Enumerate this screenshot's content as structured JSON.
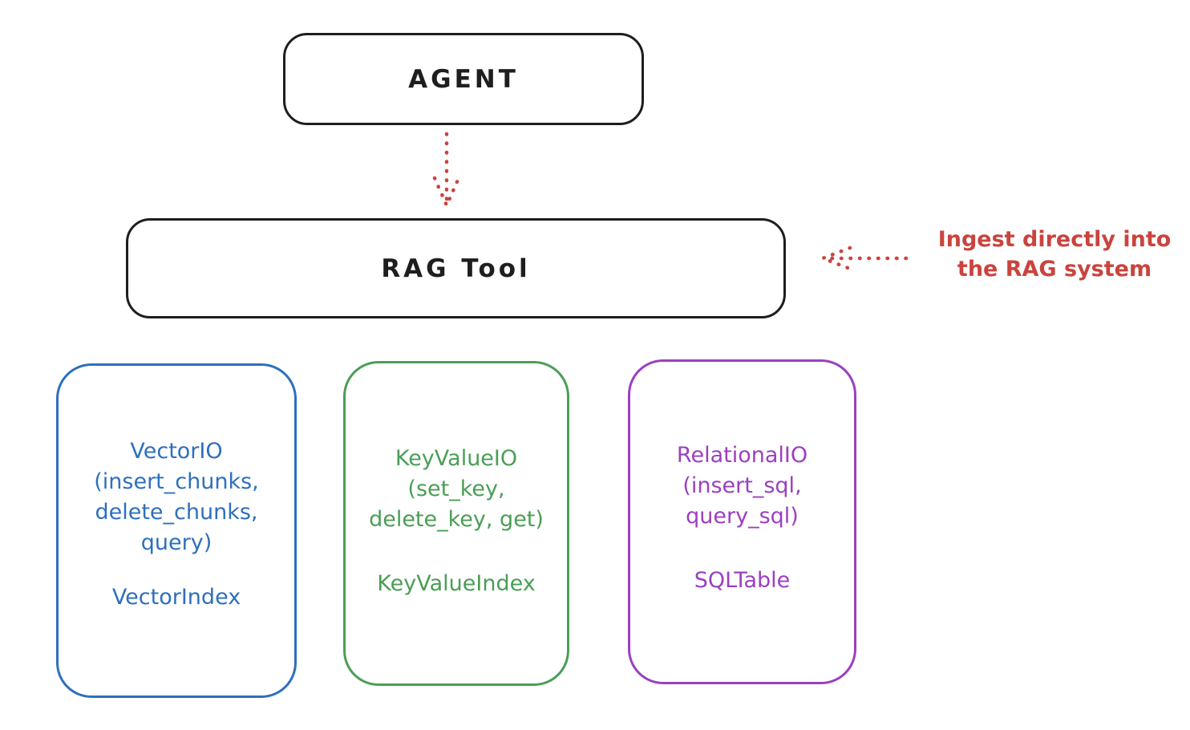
{
  "diagram": {
    "agent": {
      "label": "AGENT"
    },
    "rag_tool": {
      "label": "RAG Tool"
    },
    "annotation": {
      "line1": "Ingest directly into",
      "line2": "the RAG system"
    },
    "boxes": [
      {
        "name": "VectorIO",
        "body": "VectorIO\n(insert_chunks,\ndelete_chunks,\nquery)",
        "index_label": "VectorIndex",
        "color": "#2e6fbd"
      },
      {
        "name": "KeyValueIO",
        "body": "KeyValueIO\n(set_key,\ndelete_key, get)",
        "index_label": "KeyValueIndex",
        "color": "#4a9e56"
      },
      {
        "name": "RelationalIO",
        "body": "RelationalIO\n(insert_sql,\nquery_sql)",
        "index_label": "SQLTable",
        "color": "#9c3fc0"
      }
    ],
    "icons": {
      "agent_to_rag_arrow": "dotted-down-arrow",
      "ingest_arrow": "dotted-left-arrow"
    },
    "colors": {
      "background": "#ffffff",
      "stroke_black": "#1e1e1e",
      "accent_red": "#cb433d",
      "accent_blue": "#2e6fbd",
      "accent_green": "#4a9e56",
      "accent_purple": "#9c3fc0"
    }
  }
}
